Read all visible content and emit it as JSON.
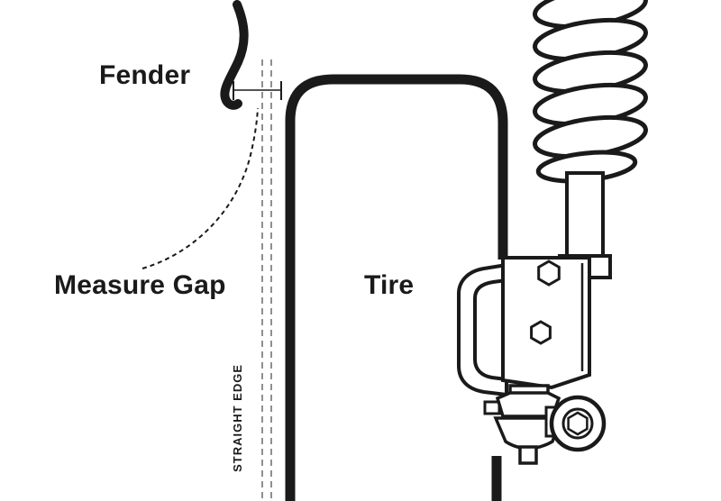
{
  "diagram": {
    "labels": {
      "fender": "Fender",
      "measure_gap": "Measure Gap",
      "tire": "Tire",
      "straight_edge": "STRAIGHT EDGE"
    },
    "colors": {
      "line": "#1a1a1a",
      "straight_edge_dash": "#8f8f8f",
      "background": "#ffffff"
    }
  }
}
